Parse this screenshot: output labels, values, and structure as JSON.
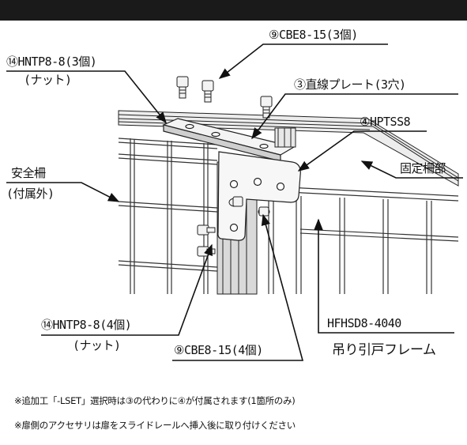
{
  "header_bar_color": "#1a1a1a",
  "labels": {
    "cbe_top": "⑨CBE8-15(3個)",
    "hntp_top": "⑭HNTP8-8(3個)",
    "hntp_top_sub": "(ナット)",
    "plate": "③直線プレート(3穴)",
    "hptss": "④HPTSS8",
    "fixed_fence": "固定柵部",
    "safety_fence": "安全柵",
    "safety_fence_sub": "(付属外)",
    "hntp_bottom": "⑭HNTP8-8(4個)",
    "hntp_bottom_sub": "(ナット)",
    "cbe_bottom": "⑨CBE8-15(4個)",
    "hfhsd": "HFHSD8-4040",
    "sliding_frame": "吊り引戸フレーム"
  },
  "notes": [
    "※追加工「-LSET」選択時は③の代わりに④が付属されます(1箇所のみ)",
    "※扉側のアクセサリは扉をスライドレールへ挿入後に取り付けください"
  ]
}
